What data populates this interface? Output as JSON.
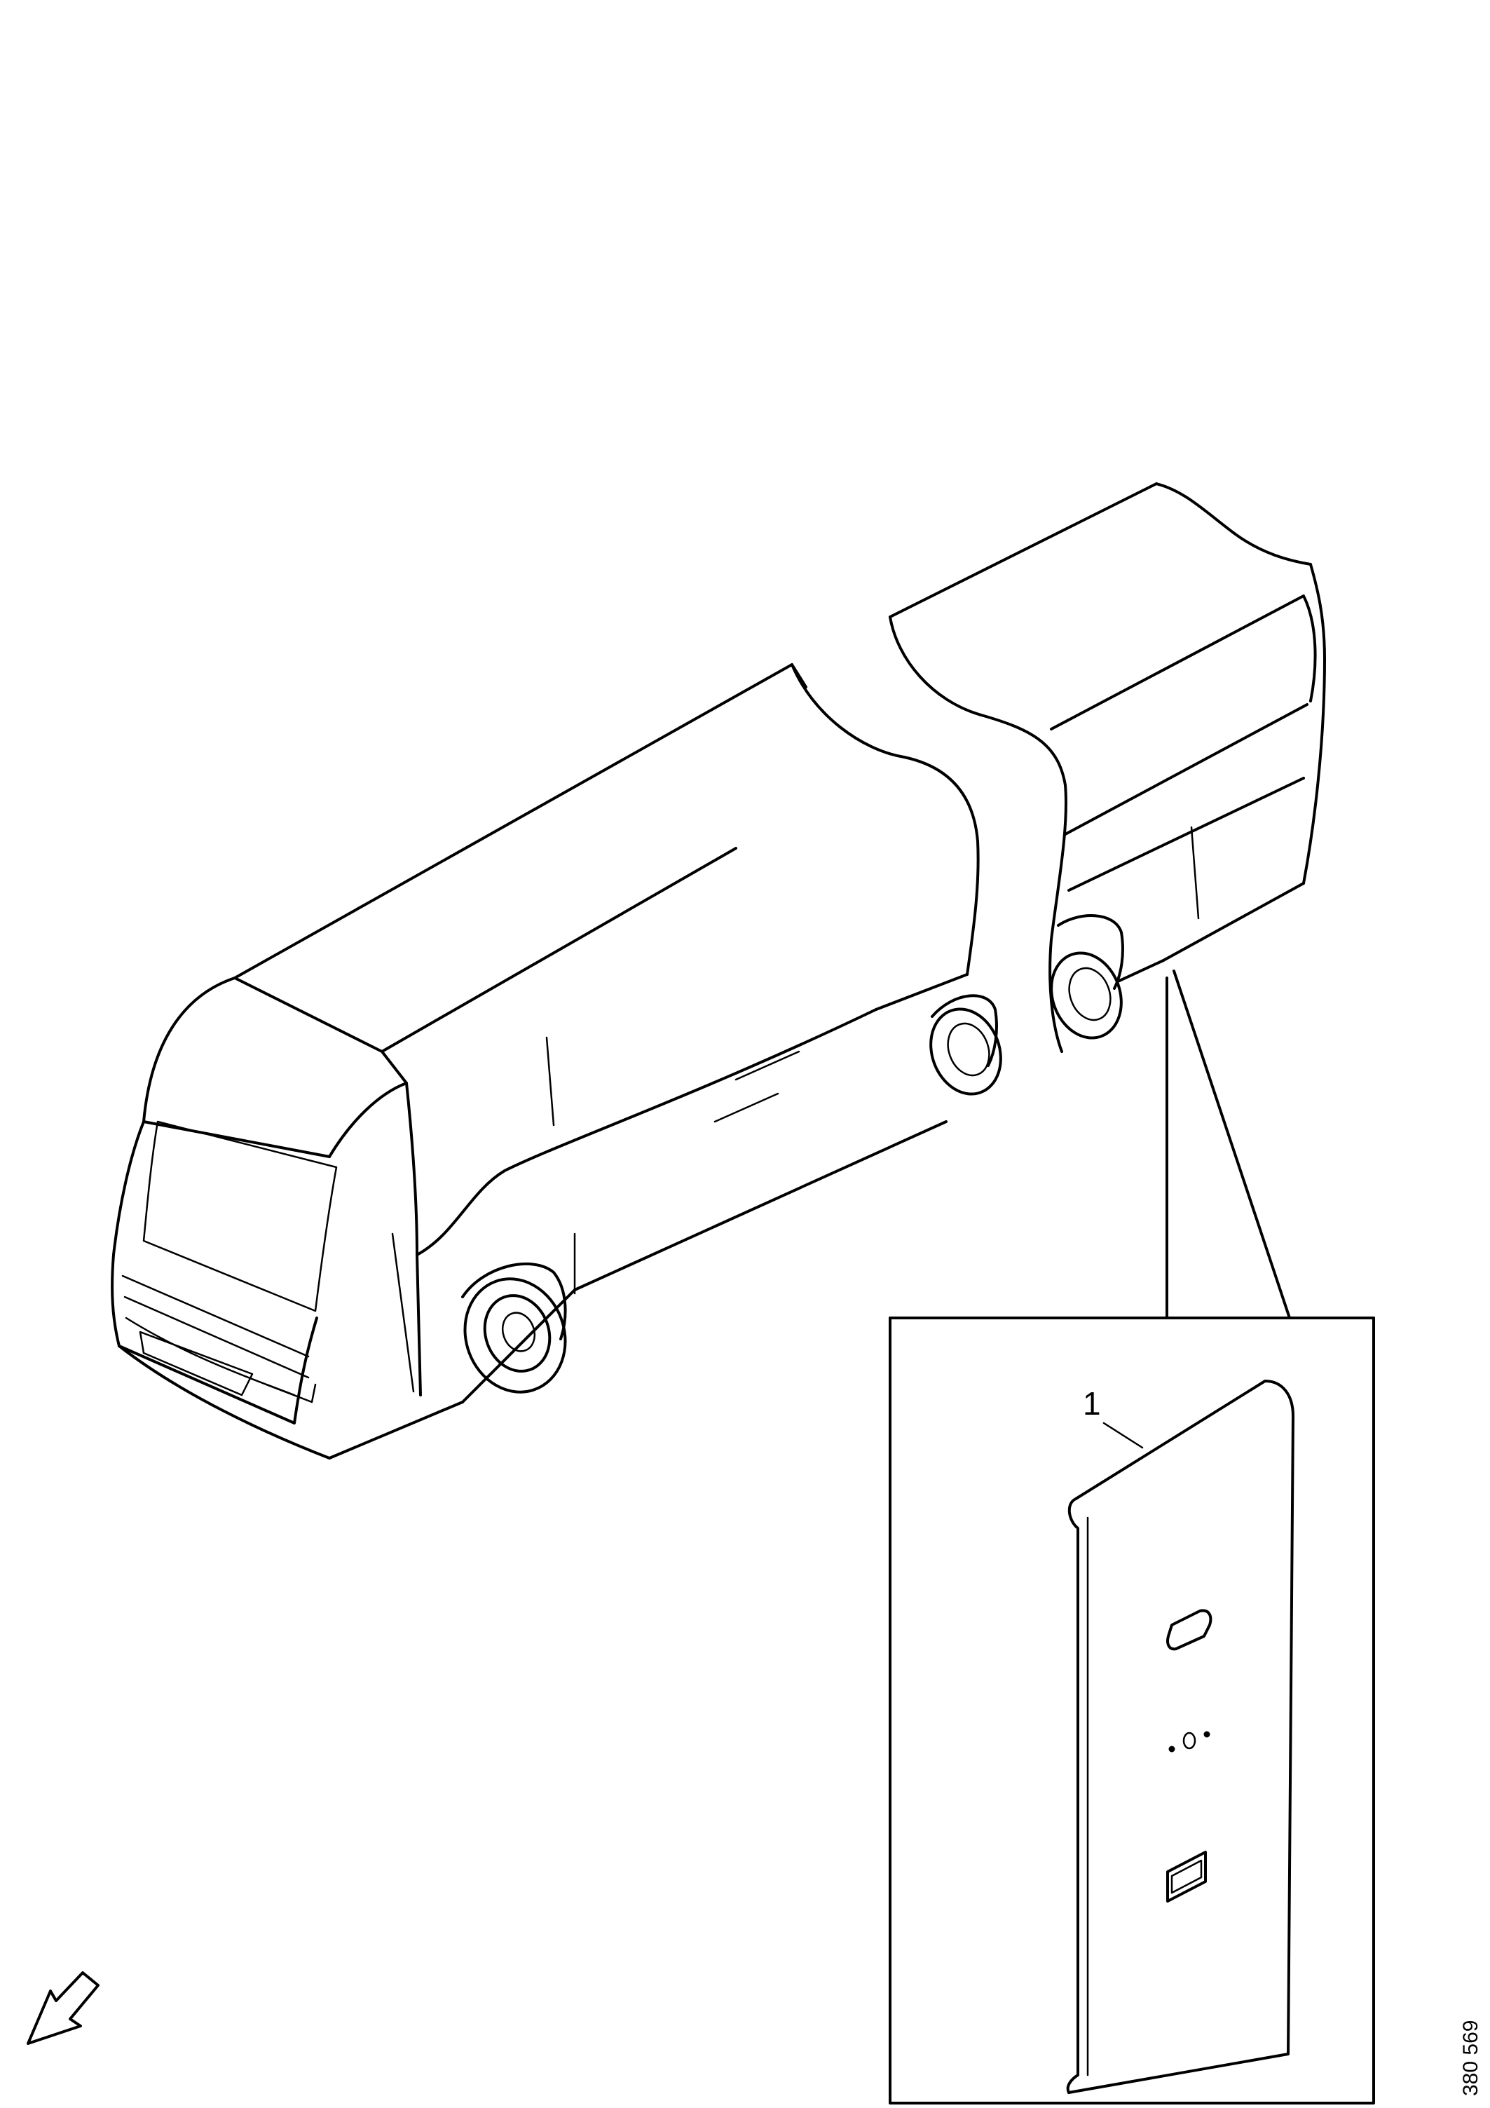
{
  "diagram": {
    "callouts": [
      {
        "id": "part-1",
        "label": "1"
      }
    ],
    "reference_number": "380 569",
    "orientation_arrow": "direction-arrow-icon"
  }
}
